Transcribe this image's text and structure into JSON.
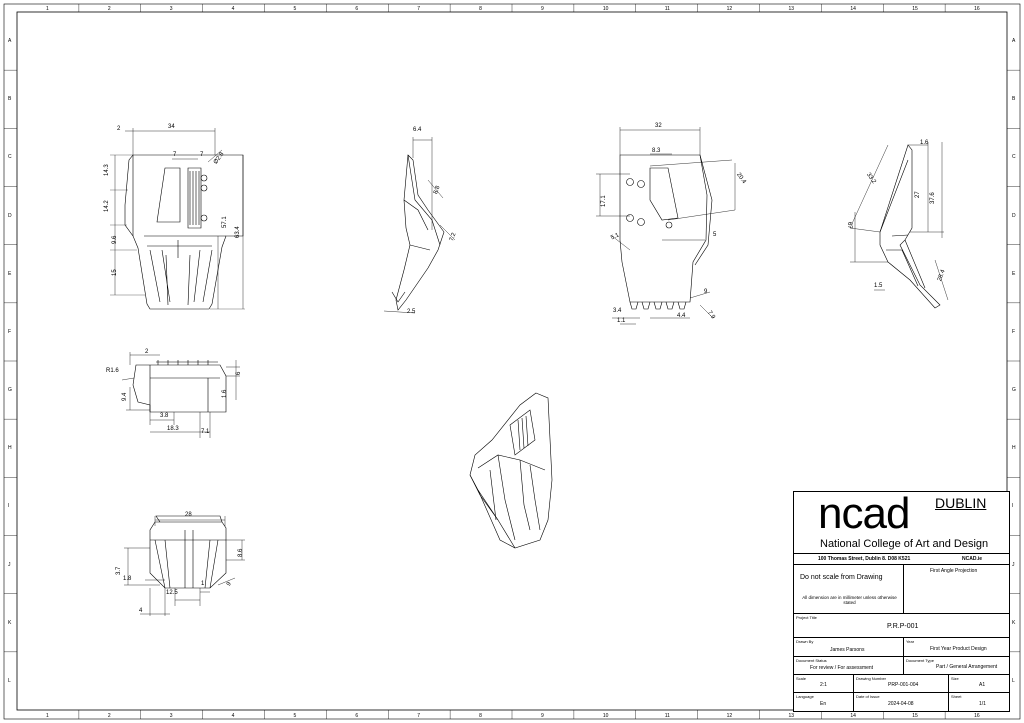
{
  "grid": {
    "columns": [
      "1",
      "2",
      "3",
      "4",
      "5",
      "6",
      "7",
      "8",
      "9",
      "10",
      "11",
      "12",
      "13",
      "14",
      "15",
      "16"
    ],
    "rows": [
      "A",
      "B",
      "C",
      "D",
      "E",
      "F",
      "G",
      "H",
      "I",
      "J",
      "K",
      "L"
    ]
  },
  "views": {
    "front": {
      "dims": {
        "top_width": "34",
        "left_offset": "2",
        "inner_left": "7",
        "inner_right": "7",
        "hole": "Ø2.8",
        "h1": "14.3",
        "h2": "14.2",
        "h3": "9.6",
        "h4": "15",
        "h_inner": "57.1",
        "h_total": "63.4"
      }
    },
    "side_narrow": {
      "dims": {
        "top": "6.4",
        "mid": "8.8",
        "low": "7.2",
        "bottom": "2.5"
      }
    },
    "back": {
      "dims": {
        "width": "32",
        "slot": "8.3",
        "slot_h": "20.4",
        "left_h": "17.1",
        "left_low": "5.1",
        "right_low": "5",
        "b1": "3.4",
        "b2": "1.1",
        "b3": "4.4",
        "b4": "7.9",
        "b5": "9"
      }
    },
    "right_side": {
      "dims": {
        "top": "1.6",
        "diag": "33.2",
        "h1": "27",
        "h2": "37.6",
        "left": "67",
        "low": "1.5",
        "right_low": "28.4"
      }
    },
    "top_view": {
      "dims": {
        "top": "2",
        "radius": "R1.6",
        "h_left": "9.4",
        "right_top": "6",
        "right": "1.6",
        "b1": "3.8",
        "b2": "18.3",
        "b3": "7.1"
      }
    },
    "bottom_view": {
      "dims": {
        "width": "28",
        "right": "8.6",
        "left": "3.7",
        "b1": "1.8",
        "b2": "12.5",
        "b3": "1",
        "b4": "4",
        "diag": "9"
      }
    }
  },
  "title_block": {
    "brand": "ncad",
    "city": "DUBLIN",
    "college": "National College of Art and Design",
    "address": "100 Thomas Street, Dublin 8. D08 K521",
    "website": "NCAD.ie",
    "warning": "Do not scale from Drawing",
    "projection": "First Angle Projection",
    "units_note": "All dimension are in millimeter unless otherwise stated",
    "project_title_label": "Project Title",
    "project_title": "P.R.P-001",
    "drawn_by_label": "Drawn By",
    "drawn_by": "James Parsons",
    "year_label": "Year",
    "year": "First Year Product Design",
    "doc_status_label": "Document Status",
    "doc_status": "For review / For assessment",
    "doc_type_label": "Document Type",
    "doc_type": "Part / General Arrangement",
    "scale_label": "Scale",
    "scale": "2:1",
    "drawing_number_label": "Drawing Number",
    "drawing_number": "PRP-001-004",
    "size_label": "Size",
    "size": "A1",
    "language_label": "Language",
    "language": "En",
    "date_label": "Date of Issue",
    "date": "2024-04-08",
    "sheet_label": "Sheet",
    "sheet": "1/1"
  }
}
